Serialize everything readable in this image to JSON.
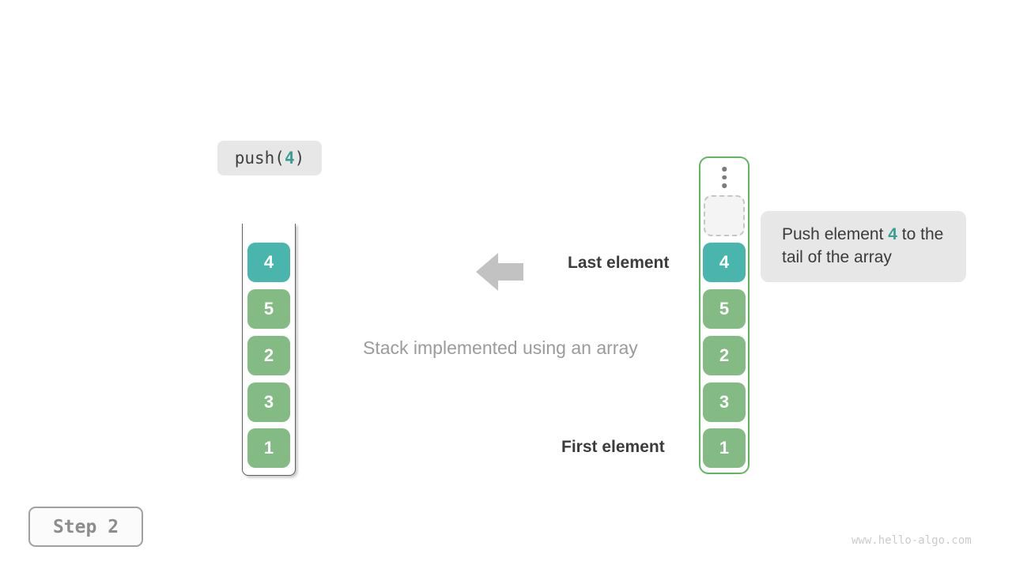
{
  "diagram": {
    "operation": {
      "prefix": "push(",
      "value": "4",
      "suffix": ")"
    },
    "left_stack": {
      "items": [
        {
          "value": "4",
          "type": "highlight"
        },
        {
          "value": "5",
          "type": "normal"
        },
        {
          "value": "2",
          "type": "normal"
        },
        {
          "value": "3",
          "type": "normal"
        },
        {
          "value": "1",
          "type": "normal"
        }
      ]
    },
    "right_array": {
      "has_ellipsis": true,
      "has_empty_slot": true,
      "items": [
        {
          "value": "4",
          "type": "highlight"
        },
        {
          "value": "5",
          "type": "normal"
        },
        {
          "value": "2",
          "type": "normal"
        },
        {
          "value": "3",
          "type": "normal"
        },
        {
          "value": "1",
          "type": "normal"
        }
      ]
    },
    "labels": {
      "last_element": "Last element",
      "first_element": "First element",
      "caption": "Stack implemented using an array"
    },
    "callout": {
      "text_before": "Push element ",
      "value": "4",
      "text_after": " to the tail of the array"
    },
    "step": {
      "label": "Step 2"
    },
    "watermark": "www.hello-algo.com",
    "colors": {
      "highlight_cell": "#4ab5ad",
      "normal_cell": "#84bb84",
      "accent_text": "#3a9e93",
      "array_border": "#65b465",
      "arrow": "#c2c2c2",
      "bubble_bg": "#e7e7e7"
    }
  }
}
